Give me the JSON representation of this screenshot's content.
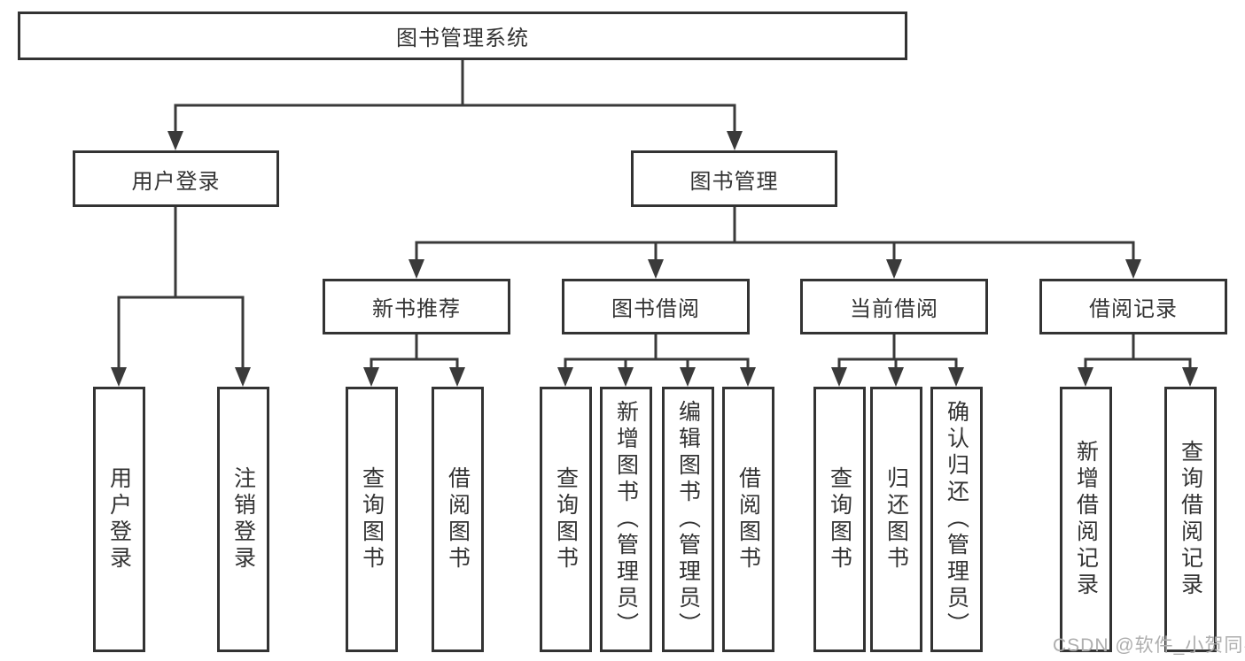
{
  "diagram": {
    "root": {
      "label": "图书管理系统"
    },
    "branches": [
      {
        "label": "用户登录",
        "children": [
          {
            "label": "用户登录"
          },
          {
            "label": "注销登录"
          }
        ]
      },
      {
        "label": "图书管理",
        "children": [
          {
            "label": "新书推荐",
            "children": [
              {
                "label": "查询图书"
              },
              {
                "label": "借阅图书"
              }
            ]
          },
          {
            "label": "图书借阅",
            "children": [
              {
                "label": "查询图书"
              },
              {
                "label": "新增图书（管理员）"
              },
              {
                "label": "编辑图书（管理员）"
              },
              {
                "label": "借阅图书"
              }
            ]
          },
          {
            "label": "当前借阅",
            "children": [
              {
                "label": "查询图书"
              },
              {
                "label": "归还图书"
              },
              {
                "label": "确认归还（管理员）"
              }
            ]
          },
          {
            "label": "借阅记录",
            "children": [
              {
                "label": "新增借阅记录"
              },
              {
                "label": "查询借阅记录"
              }
            ]
          }
        ]
      }
    ]
  },
  "watermark": {
    "text": "CSDN @软件_小贺同学"
  },
  "colors": {
    "line": "#3a3a3a",
    "box_border": "#333333",
    "text": "#333333",
    "watermark": "#aeaeae",
    "background": "#ffffff"
  }
}
